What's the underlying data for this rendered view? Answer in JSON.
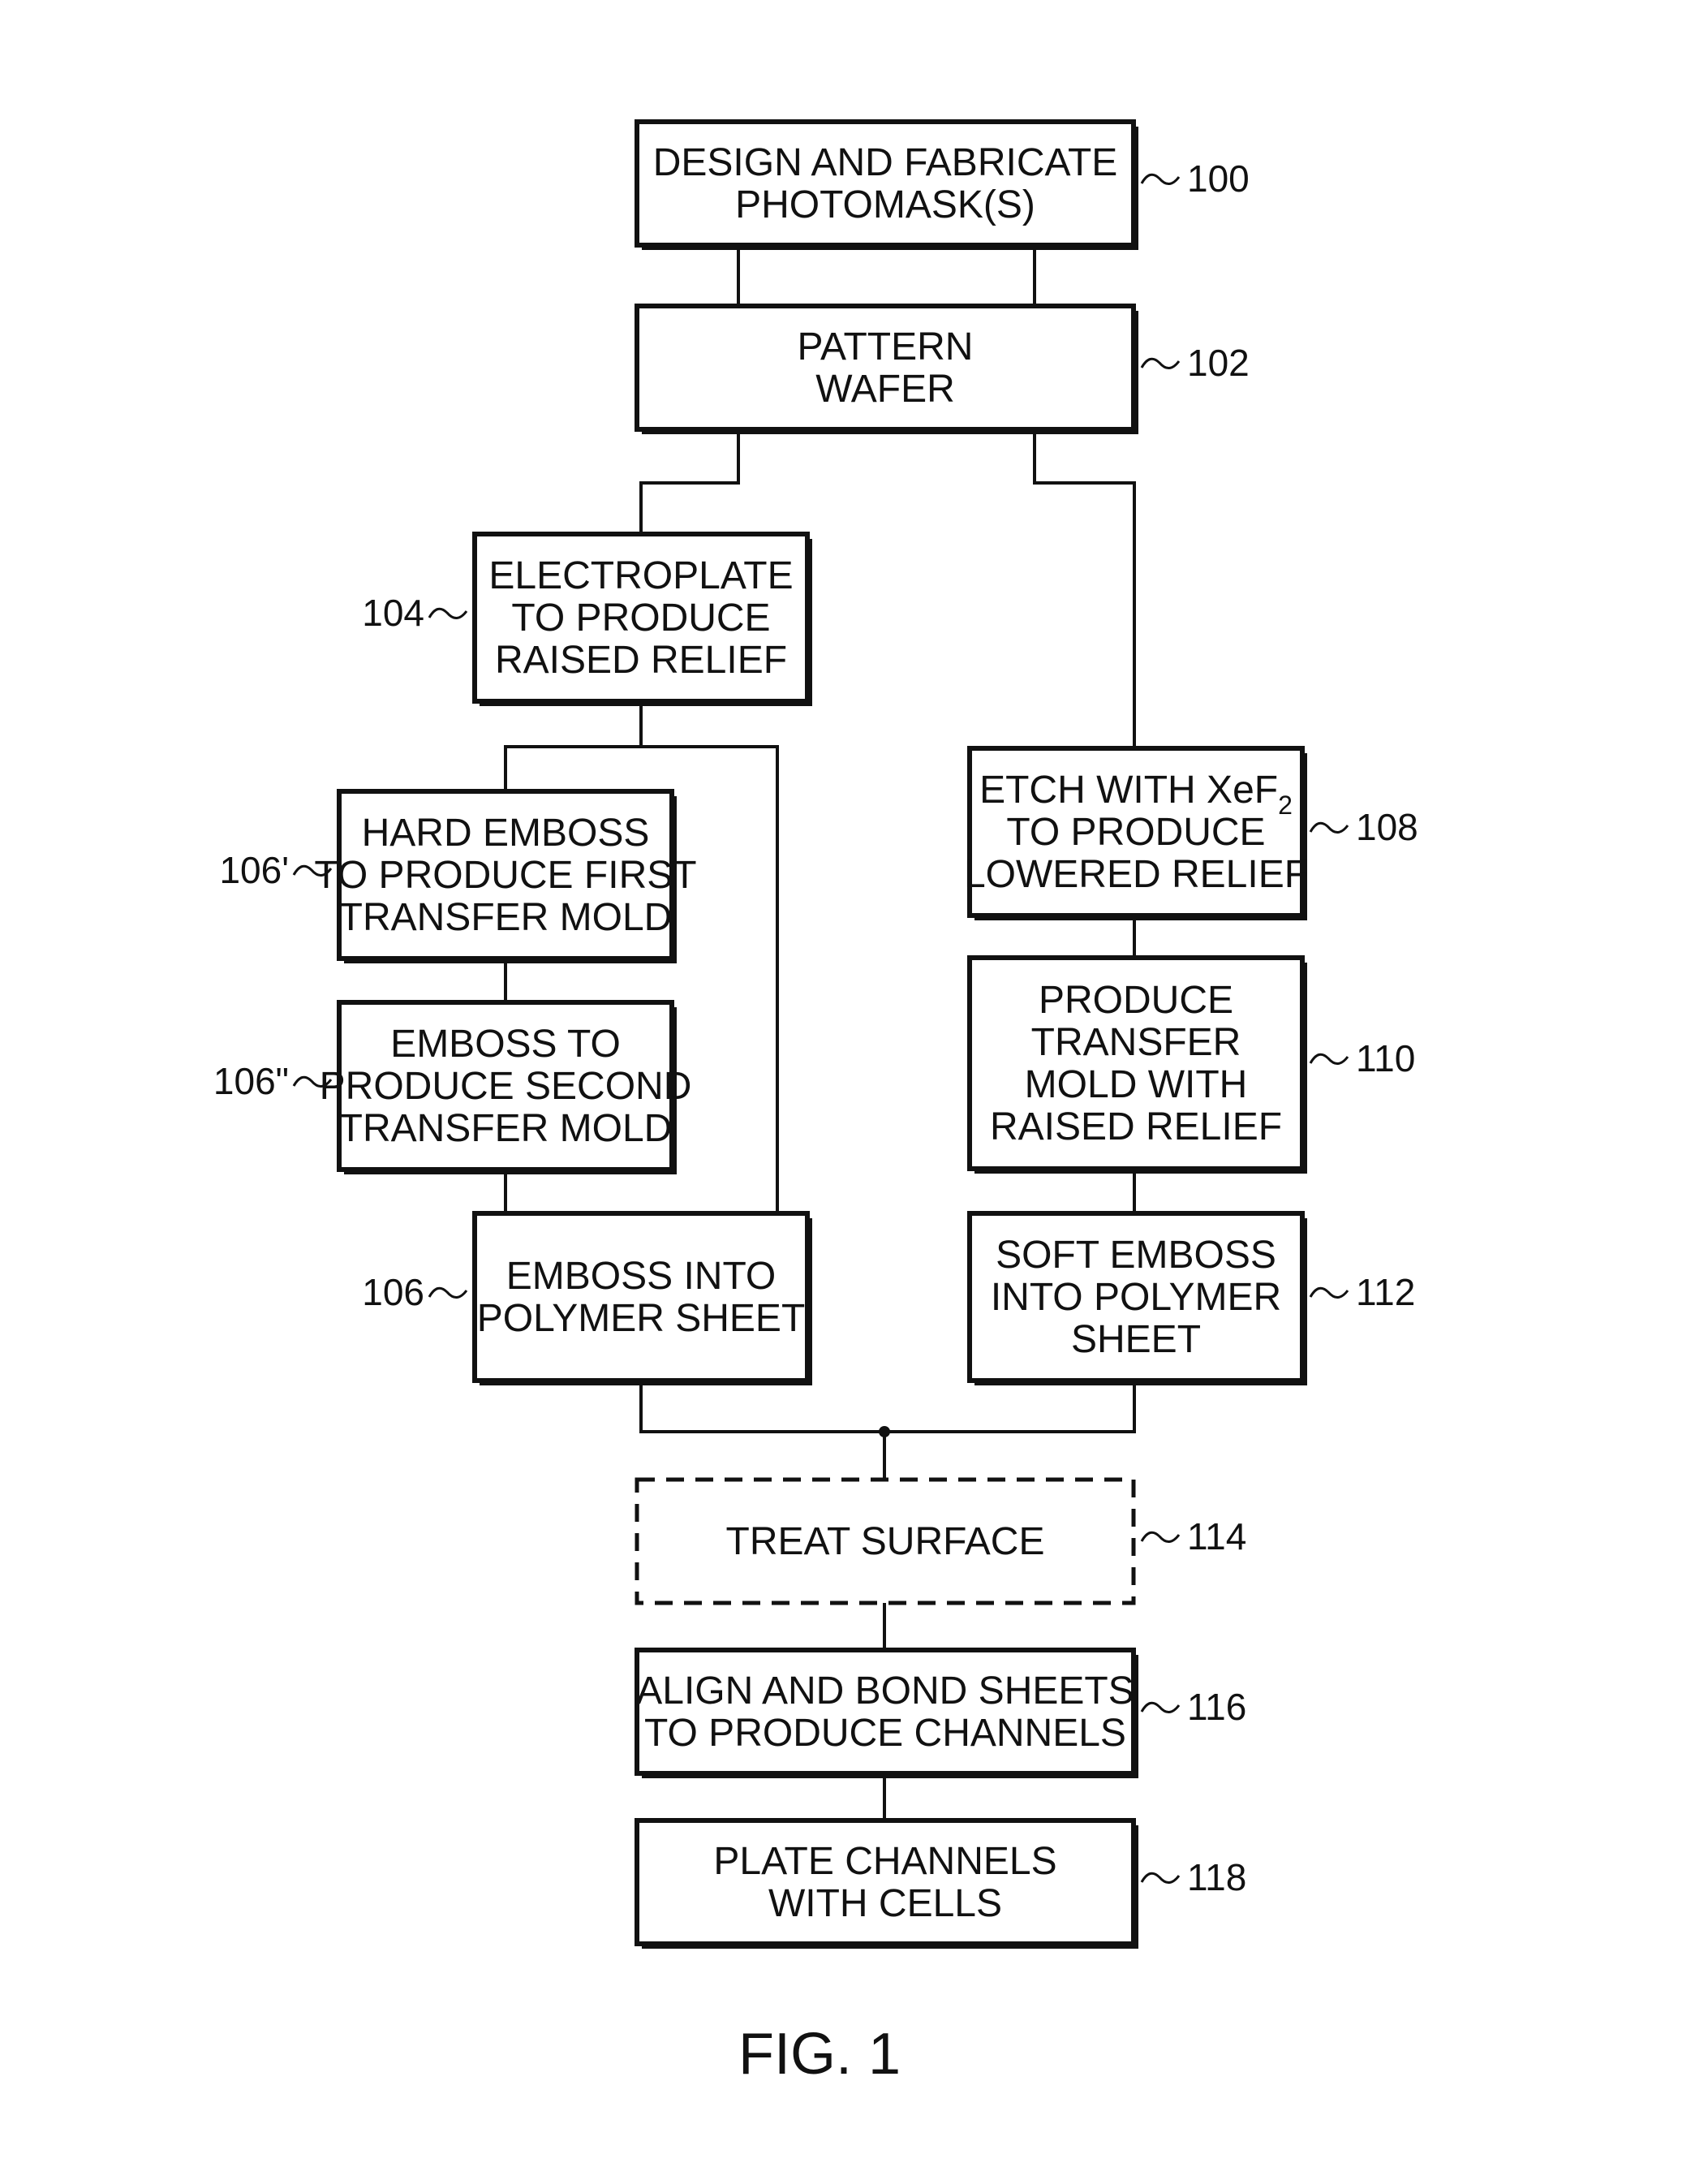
{
  "figure_label": "FIG. 1",
  "steps": [
    {
      "id": "100",
      "ref": "100",
      "lines": [
        "DESIGN AND FABRICATE",
        "PHOTOMASK(S)"
      ]
    },
    {
      "id": "102",
      "ref": "102",
      "lines": [
        "PATTERN",
        "WAFER"
      ]
    },
    {
      "id": "104",
      "ref": "104",
      "lines": [
        "ELECTROPLATE",
        "TO PRODUCE",
        "RAISED RELIEF"
      ]
    },
    {
      "id": "106a",
      "ref": "106'",
      "lines": [
        "HARD EMBOSS",
        "TO PRODUCE FIRST",
        "TRANSFER MOLD"
      ]
    },
    {
      "id": "106b",
      "ref": "106\"",
      "lines": [
        "EMBOSS TO",
        "PRODUCE SECOND",
        "TRANSFER MOLD"
      ]
    },
    {
      "id": "106",
      "ref": "106",
      "lines": [
        "EMBOSS INTO",
        "POLYMER SHEET"
      ]
    },
    {
      "id": "108",
      "ref": "108",
      "lines": [
        "ETCH WITH XeF",
        "TO PRODUCE",
        "LOWERED RELIEF"
      ],
      "subscript": "2"
    },
    {
      "id": "110",
      "ref": "110",
      "lines": [
        "PRODUCE",
        "TRANSFER",
        "MOLD WITH",
        "RAISED RELIEF"
      ]
    },
    {
      "id": "112",
      "ref": "112",
      "lines": [
        "SOFT EMBOSS",
        "INTO POLYMER",
        "SHEET"
      ]
    },
    {
      "id": "114",
      "ref": "114",
      "lines": [
        "TREAT SURFACE"
      ],
      "optional": true
    },
    {
      "id": "116",
      "ref": "116",
      "lines": [
        "ALIGN AND BOND SHEETS",
        "TO PRODUCE CHANNELS"
      ]
    },
    {
      "id": "118",
      "ref": "118",
      "lines": [
        "PLATE CHANNELS",
        "WITH CELLS"
      ]
    }
  ]
}
